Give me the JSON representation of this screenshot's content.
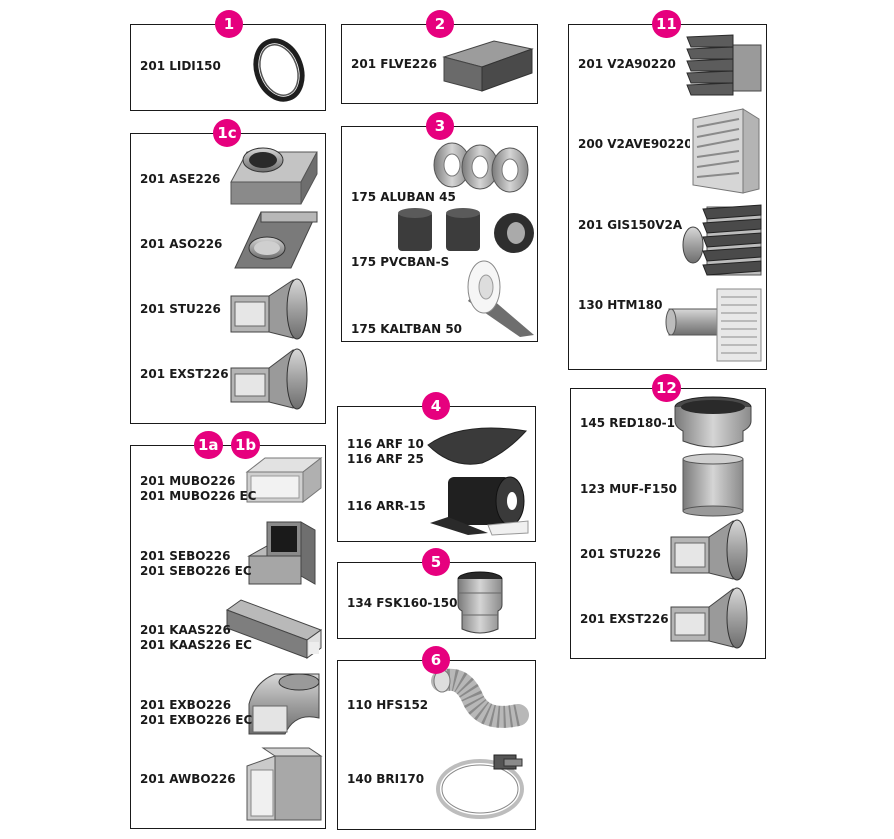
{
  "colors": {
    "badge": "#e6007e",
    "border": "#1a1a1a",
    "part_fill": "#9a9a9a",
    "part_dark": "#4a4a4a"
  },
  "groups": [
    {
      "badge": "1",
      "items": [
        {
          "codes": [
            "201 LIDI150"
          ],
          "icon": "gasket-ring-icon"
        }
      ]
    },
    {
      "badge": "1c",
      "items": [
        {
          "codes": [
            "201 ASE226"
          ],
          "icon": "angle-adapter-icon"
        },
        {
          "codes": [
            "201 ASO226"
          ],
          "icon": "angle-adapter-icon"
        },
        {
          "codes": [
            "201 STU226"
          ],
          "icon": "transition-piece-icon"
        },
        {
          "codes": [
            "201 EXST226"
          ],
          "icon": "transition-piece-icon"
        }
      ]
    },
    {
      "badges": [
        "1a",
        "1b"
      ],
      "items": [
        {
          "codes": [
            "201 MUBO226",
            "201 MUBO226 EC"
          ],
          "icon": "duct-connector-icon"
        },
        {
          "codes": [
            "201 SEBO226",
            "201 SEBO226 EC"
          ],
          "icon": "duct-elbow-icon"
        },
        {
          "codes": [
            "201 KAAS226",
            "201 KAAS226 EC"
          ],
          "icon": "flat-duct-icon"
        },
        {
          "codes": [
            "201 EXBO226",
            "201 EXBO226 EC"
          ],
          "icon": "duct-bend-icon"
        },
        {
          "codes": [
            "201 AWBO226"
          ],
          "icon": "duct-bend-icon"
        }
      ]
    },
    {
      "badge": "2",
      "items": [
        {
          "codes": [
            "201 FLVE226"
          ],
          "icon": "foam-block-icon"
        }
      ]
    },
    {
      "badge": "3",
      "items": [
        {
          "codes": [
            "175 ALUBAN 45"
          ],
          "icon": "aluminium-tape-icon"
        },
        {
          "codes": [
            "175 PVCBAN-S"
          ],
          "icon": "pvc-tape-icon"
        },
        {
          "codes": [
            "175 KALTBAN 50"
          ],
          "icon": "cold-tape-icon"
        }
      ]
    },
    {
      "badge": "4",
      "items": [
        {
          "codes": [
            "116 ARF 10",
            "116 ARF 25"
          ],
          "icon": "insulation-mat-icon"
        },
        {
          "codes": [
            "116 ARR-15"
          ],
          "icon": "insulation-roll-icon"
        }
      ]
    },
    {
      "badge": "5",
      "items": [
        {
          "codes": [
            "134 FSK160-150"
          ],
          "icon": "backdraft-valve-icon"
        }
      ]
    },
    {
      "badge": "6",
      "items": [
        {
          "codes": [
            "110 HFS152"
          ],
          "icon": "flexible-hose-icon"
        },
        {
          "codes": [
            "140 BRI170"
          ],
          "icon": "hose-clamp-icon"
        }
      ]
    },
    {
      "badge": "11",
      "items": [
        {
          "codes": [
            "201 V2A90220"
          ],
          "icon": "louvre-grille-icon"
        },
        {
          "codes": [
            "200 V2AVE90220"
          ],
          "icon": "louvre-grille-icon"
        },
        {
          "codes": [
            "201 GIS150V2A"
          ],
          "icon": "louvre-grille-icon"
        },
        {
          "codes": [
            "130 HTM180"
          ],
          "icon": "wall-sleeve-icon"
        }
      ]
    },
    {
      "badge": "12",
      "items": [
        {
          "codes": [
            "145 RED180-1"
          ],
          "icon": "reducer-icon"
        },
        {
          "codes": [
            "123 MUF-F150"
          ],
          "icon": "sleeve-coupler-icon"
        },
        {
          "codes": [
            "201 STU226"
          ],
          "icon": "transition-piece-icon"
        },
        {
          "codes": [
            "201 EXST226"
          ],
          "icon": "transition-piece-icon"
        }
      ]
    }
  ]
}
